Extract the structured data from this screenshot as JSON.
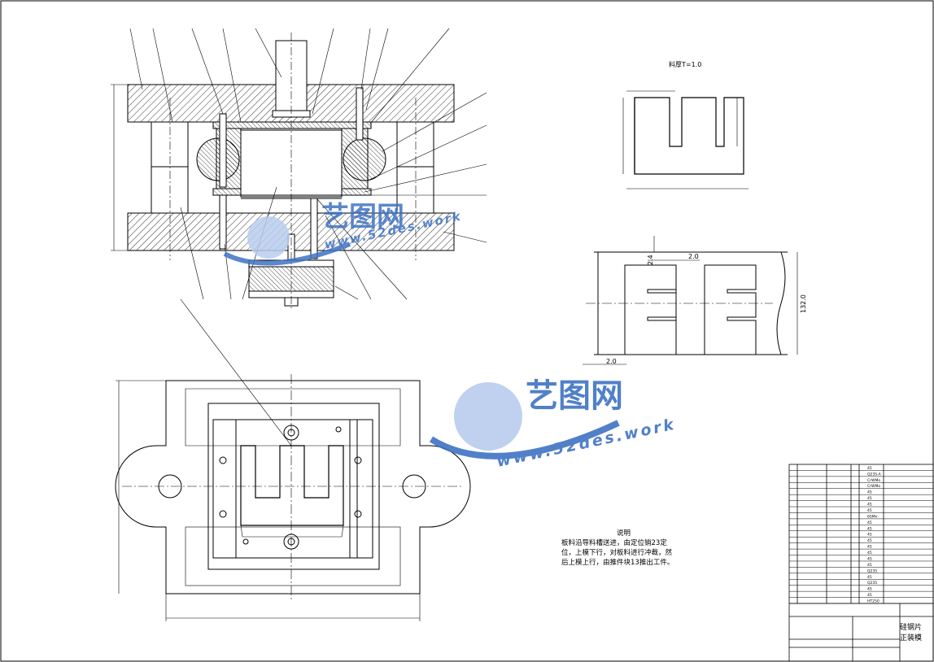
{
  "drawing": {
    "title": "硅钢片",
    "subtitle": "正装模",
    "material_thickness": "料厚T=1.0",
    "notes_title": "说明",
    "notes_lines": [
      "板料沿导料槽送进，由定位销23定",
      "位，上模下行，对板料进行冲裁，然",
      "后上模上行，由推件块13推出工件。"
    ],
    "layout_dims": {
      "width": "132.0",
      "gap_top": "2.0",
      "gap_bottom": "2.0",
      "offset": "2.4"
    }
  },
  "watermark": {
    "brand": "艺图网",
    "url": "www.52des.work"
  },
  "title_block": {
    "materials_col": [
      "45",
      "Q235-A",
      "CrWMo",
      "CrWMo",
      "45",
      "45",
      "45",
      "45",
      "65Mn",
      "45",
      "45",
      "45",
      "45",
      "45",
      "45",
      "45",
      "45",
      "Q235",
      "45",
      "Q235",
      "45",
      "45",
      "HT250"
    ]
  },
  "colors": {
    "line": "#000000",
    "watermark_blue": "#3f73c4",
    "watermark_light": "#9ab4df"
  }
}
